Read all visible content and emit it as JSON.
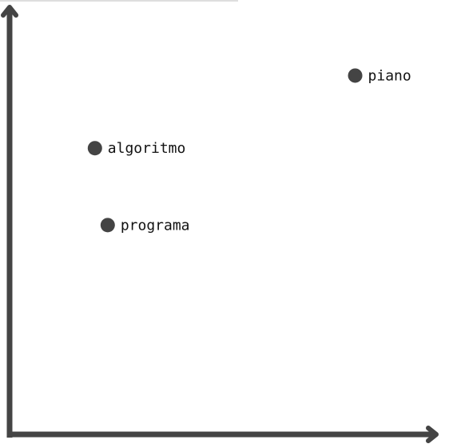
{
  "chart_data": {
    "type": "scatter",
    "title": "",
    "xlabel": "",
    "ylabel": "",
    "xlim": [
      0,
      10
    ],
    "ylim": [
      0,
      10
    ],
    "grid": false,
    "colors": {
      "axis": "#444444",
      "point": "#444444",
      "label": "#111111"
    },
    "points": [
      {
        "label": "piano",
        "x": 8.1,
        "y": 8.4
      },
      {
        "label": "algoritmo",
        "x": 2.0,
        "y": 6.7
      },
      {
        "label": "programa",
        "x": 2.3,
        "y": 4.9
      }
    ]
  }
}
